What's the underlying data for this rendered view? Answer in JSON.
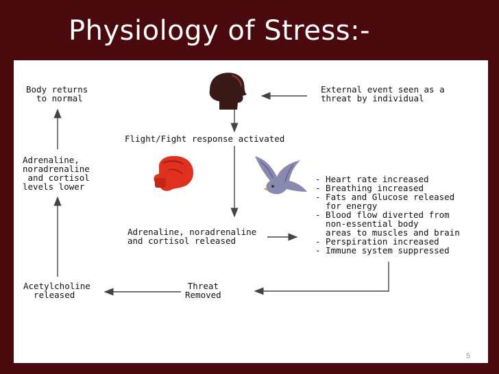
{
  "slide": {
    "title": "Physiology of Stress:-",
    "page_number": "5"
  },
  "diagram": {
    "body_returns": "Body returns\n to normal",
    "external_event": "External event seen as a\nthreat by individual",
    "flight_fight": "Flight/Fight response activated",
    "adrenaline_lower": "Adrenaline,\nnoradrenaline\n and cortisol\nlevels lower",
    "effects": "- Heart rate increased\n- Breathing increased\n- Fats and Glucose released\n  for energy\n- Blood flow diverted from\n  non-essential body\n  areas to muscles and brain\n- Perspiration increased\n- Immune system suppressed",
    "adrenaline_released": "Adrenaline, noradrenaline\nand cortisol released",
    "threat_removed": "Threat\nRemoved",
    "acetylcholine": "Acetylcholine\n  released"
  },
  "icons": {
    "head": "head-silhouette-icon",
    "fist": "boxing-glove-icon",
    "bird": "dove-icon"
  },
  "colors": {
    "background": "#4a0a0d",
    "title": "#ffffff",
    "panel": "#ffffff",
    "arrow": "#444444",
    "fist": "#e0301e",
    "head": "#3a1a16",
    "bird": "#8a8ab0"
  }
}
